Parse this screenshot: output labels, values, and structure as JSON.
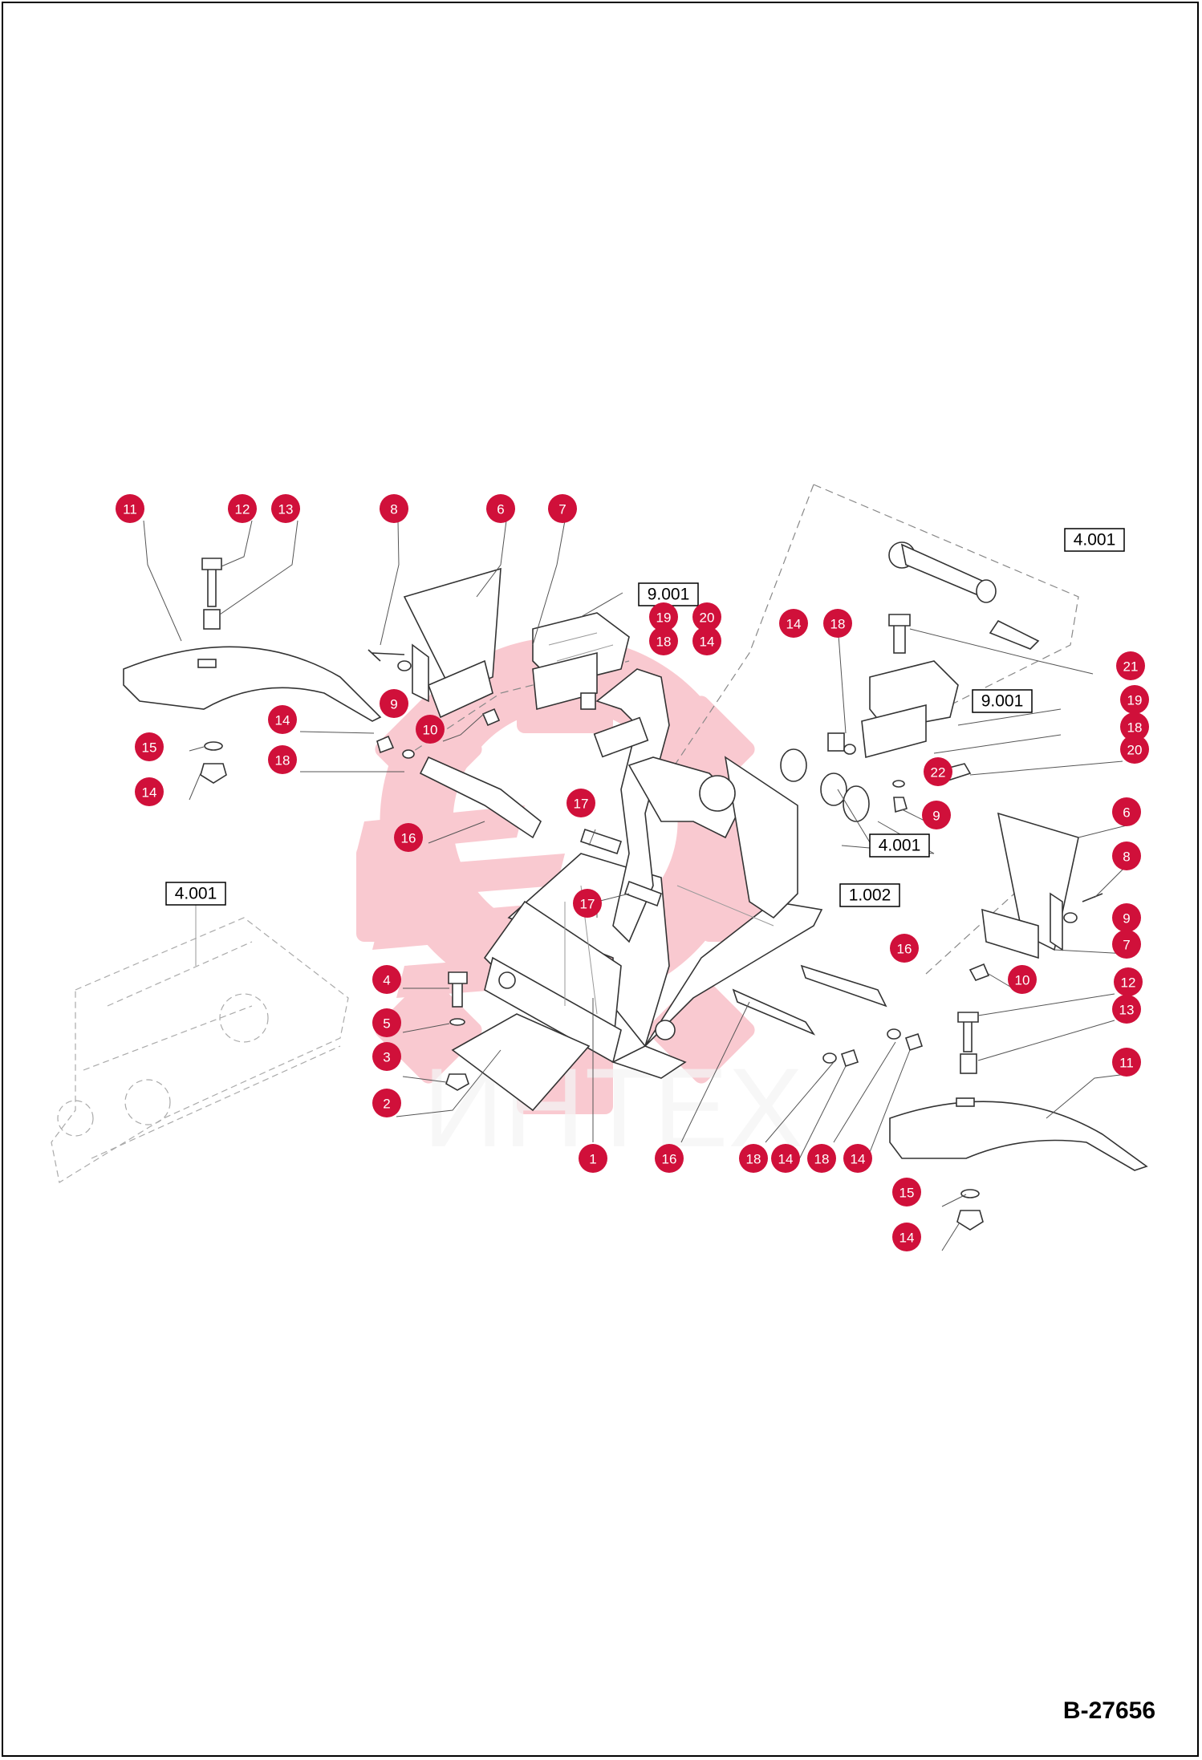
{
  "drawing_id": "B-27656",
  "watermark": {
    "text": "ИНТЕХ",
    "color": "#e8102e"
  },
  "colors": {
    "badge": "#d0103a",
    "line": "#333333"
  },
  "ref_boxes": [
    {
      "label": "9.001"
    },
    {
      "label": "4.001"
    },
    {
      "label": "9.001"
    },
    {
      "label": "4.001"
    },
    {
      "label": "1.002"
    },
    {
      "label": "4.001"
    }
  ],
  "callouts": [
    {
      "n": "11"
    },
    {
      "n": "12"
    },
    {
      "n": "13"
    },
    {
      "n": "8"
    },
    {
      "n": "6"
    },
    {
      "n": "7"
    },
    {
      "n": "9"
    },
    {
      "n": "10"
    },
    {
      "n": "14"
    },
    {
      "n": "18"
    },
    {
      "n": "15"
    },
    {
      "n": "14"
    },
    {
      "n": "16"
    },
    {
      "n": "19"
    },
    {
      "n": "20"
    },
    {
      "n": "18"
    },
    {
      "n": "14"
    },
    {
      "n": "14"
    },
    {
      "n": "18"
    },
    {
      "n": "21"
    },
    {
      "n": "19"
    },
    {
      "n": "18"
    },
    {
      "n": "20"
    },
    {
      "n": "22"
    },
    {
      "n": "9"
    },
    {
      "n": "17"
    },
    {
      "n": "17"
    },
    {
      "n": "6"
    },
    {
      "n": "8"
    },
    {
      "n": "9"
    },
    {
      "n": "7"
    },
    {
      "n": "10"
    },
    {
      "n": "16"
    },
    {
      "n": "12"
    },
    {
      "n": "13"
    },
    {
      "n": "11"
    },
    {
      "n": "15"
    },
    {
      "n": "14"
    },
    {
      "n": "4"
    },
    {
      "n": "5"
    },
    {
      "n": "3"
    },
    {
      "n": "2"
    },
    {
      "n": "1"
    },
    {
      "n": "16"
    },
    {
      "n": "18"
    },
    {
      "n": "14"
    },
    {
      "n": "18"
    },
    {
      "n": "14"
    }
  ]
}
